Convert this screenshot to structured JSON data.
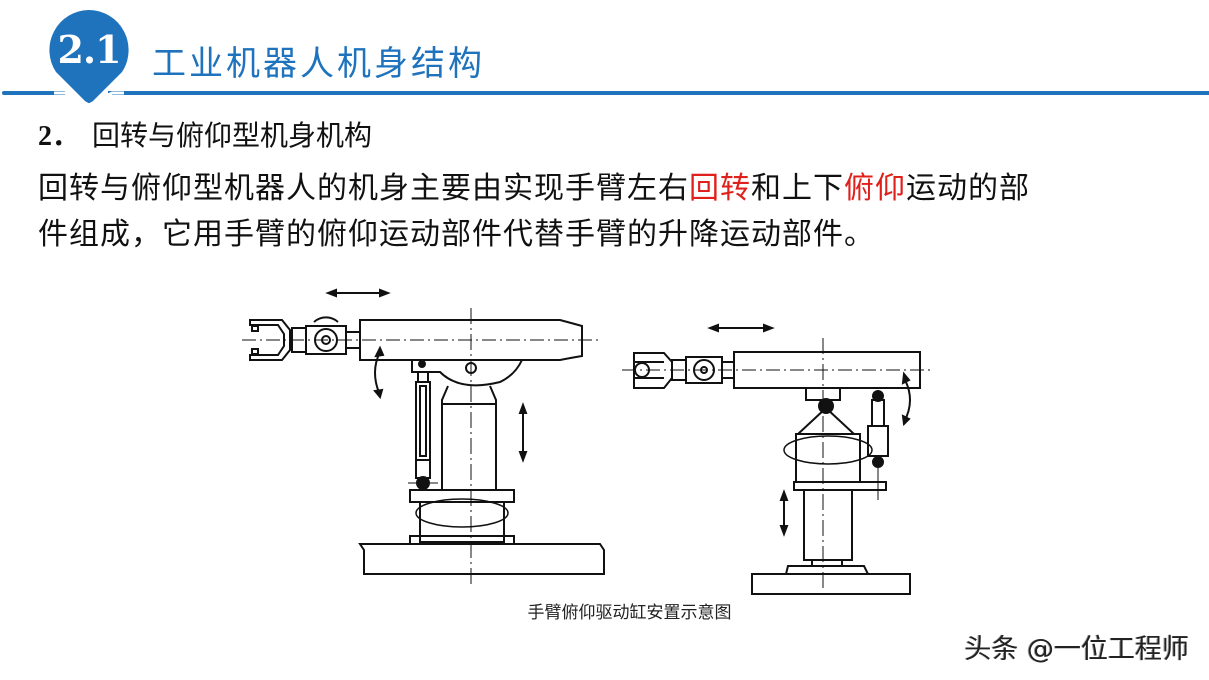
{
  "header": {
    "section_number": "2.1",
    "title": "工业机器人机身结构",
    "accent_color": "#1f73bd"
  },
  "section": {
    "number": "2．",
    "heading": "回转与俯仰型机身机构"
  },
  "body": {
    "line1_part1": "回转与俯仰型机器人的机身主要由实现手臂左右",
    "highlight1": "回转",
    "line1_part2": "和上下",
    "highlight2": "俯仰",
    "line1_part3": "运动的部",
    "line2": "件组成，它用手臂的俯仰运动部件代替手臂的升降运动部件。",
    "highlight_color": "#e0201b"
  },
  "figure": {
    "left_diagram": "arm-pitch-cylinder-mounted-below-arm-front",
    "right_diagram": "arm-pitch-cylinder-mounted-below-arm-rear",
    "caption": "手臂俯仰驱动缸安置示意图"
  },
  "watermark": {
    "text": "头条 @一位工程师"
  }
}
